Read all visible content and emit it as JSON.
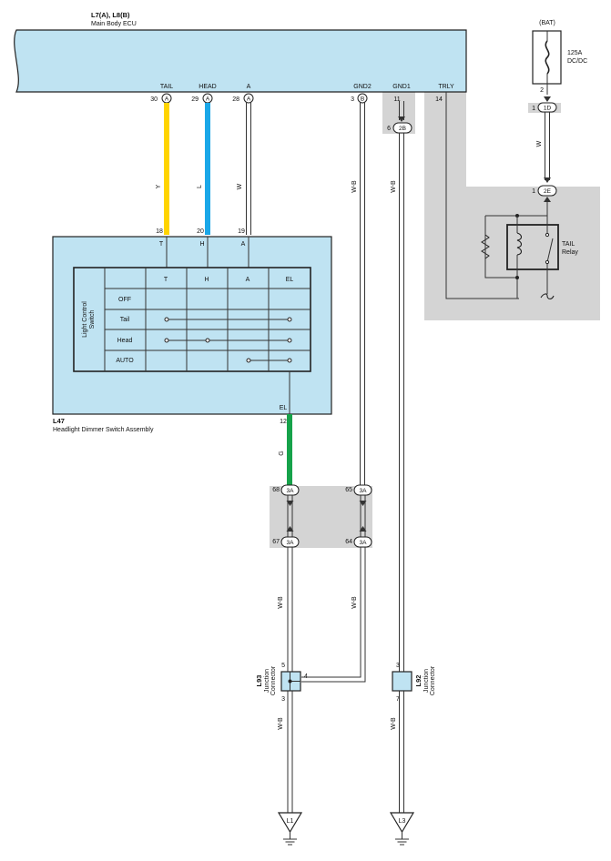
{
  "ecu": {
    "ref": "L7(A), L8(B)",
    "name": "Main Body ECU"
  },
  "ecu_pins": [
    {
      "label": "TAIL",
      "pin": "30",
      "conn": "A"
    },
    {
      "label": "HEAD",
      "pin": "29",
      "conn": "A"
    },
    {
      "label": "A",
      "pin": "28",
      "conn": "A"
    },
    {
      "label": "GND2",
      "pin": "3",
      "conn": "B"
    },
    {
      "label": "GND1",
      "pin": "11",
      "conn": ""
    },
    {
      "label": "TRLY",
      "pin": "14",
      "conn": ""
    }
  ],
  "gnd1_conn": {
    "pin": "6",
    "conn": "2B"
  },
  "wire_colors": {
    "tail": "Y",
    "head": "L",
    "a": "W",
    "gnd2": "W-B",
    "gnd1": "W-B",
    "bat": "W",
    "el": "G",
    "l1_upper": "W-B",
    "gnd2_lower": "W-B",
    "l1_lower": "W-B",
    "l3_lower": "W-B"
  },
  "switch_pins": [
    {
      "pin": "18",
      "term": "T"
    },
    {
      "pin": "20",
      "term": "H"
    },
    {
      "pin": "19",
      "term": "A"
    }
  ],
  "switch_table": {
    "side_label_1": "Light Control",
    "side_label_2": "Switch",
    "columns": [
      "T",
      "H",
      "A",
      "EL"
    ],
    "rows": [
      "OFF",
      "Tail",
      "Head",
      "AUTO"
    ]
  },
  "el_term": {
    "label": "EL",
    "pin": "12"
  },
  "switch_assembly": {
    "ref": "L47",
    "name": "Headlight Dimmer Switch Assembly"
  },
  "junction_3a": [
    {
      "pin": "68",
      "conn": "3A"
    },
    {
      "pin": "65",
      "conn": "3A"
    },
    {
      "pin": "67",
      "conn": "3A"
    },
    {
      "pin": "64",
      "conn": "3A"
    }
  ],
  "l93": {
    "ref": "L93",
    "line1": "Junction",
    "line2": "Connector",
    "pin_top": "5",
    "pin_side": "4",
    "pin_bottom": "3"
  },
  "l92": {
    "ref": "L92",
    "line1": "Junction",
    "line2": "Connector",
    "pin_top": "3",
    "pin_bottom": "7"
  },
  "grounds": [
    "L1",
    "L3"
  ],
  "battery": {
    "label": "(BAT)",
    "fuse_amp": "125A",
    "fuse_name": "DC/DC",
    "pin_1d": "2",
    "conn_1d_pin": "1",
    "conn_1d": "1D",
    "conn_2e_pin": "1",
    "conn_2e": "2E"
  },
  "relay": {
    "line1": "TAIL",
    "line2": "Relay"
  },
  "colors": {
    "ecu_fill": "#bfe3f2",
    "tail_wire": "#ffd400",
    "head_wire": "#1aa7e8",
    "el_wire": "#16a24a",
    "shade": "#d4d4d4"
  }
}
